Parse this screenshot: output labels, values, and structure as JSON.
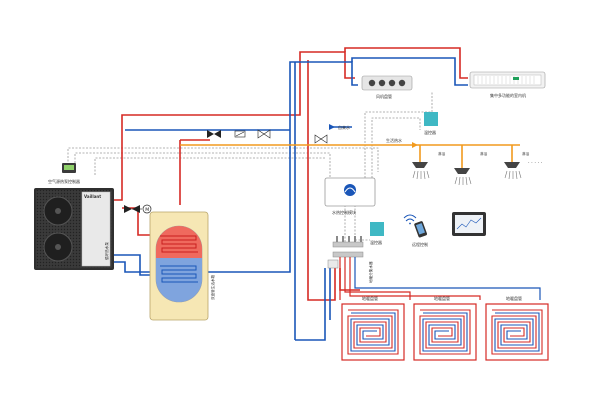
{
  "colors": {
    "hot": "#d62a24",
    "cold": "#1a56b8",
    "domestic": "#f29a1e",
    "signal": "#9a9a9a",
    "tank_fill": "#f6e7b4",
    "tank_inner_hot": "#ef6a5e",
    "tank_inner_cold": "#7fa4de",
    "sensor": "#3fb8c4",
    "unit_dark": "#2d2d2d",
    "fan_coil_accent": "#1fa05a"
  },
  "labels": {
    "heat_pump_controller": "空气源热泵控制器",
    "brand": "Vaillant",
    "fan_coil": "风机盘管",
    "multi_fan_coil": "集中多功能的室内机",
    "tap_water": "自来水",
    "domestic_hot_water": "生活热水",
    "water_module": "水热控制模块",
    "thermostat_top": "温控器",
    "thermostat_mid": "温控器",
    "remote_control": "远程控制",
    "floor_heating_1": "地暖盘管",
    "floor_heating_2": "地暖盘管",
    "floor_heating_3": "地暖盘管",
    "tank_vertical": "双盘管生活水箱",
    "pump_vertical": "循环热水泵",
    "manifold_vertical": "地暖分集水器",
    "shower_1": "淋浴",
    "shower_2": "淋浴",
    "shower_3": "淋浴",
    "ellipsis": "· · · · ·",
    "motor_symbol": "M"
  },
  "icons": {
    "valve": "three-way-valve-icon",
    "check_valve": "check-valve-icon",
    "filter": "filter-icon",
    "wifi": "wifi-icon",
    "phone": "phone-icon",
    "tablet": "tablet-icon",
    "shower": "shower-icon",
    "thermostat": "thermostat-icon"
  }
}
